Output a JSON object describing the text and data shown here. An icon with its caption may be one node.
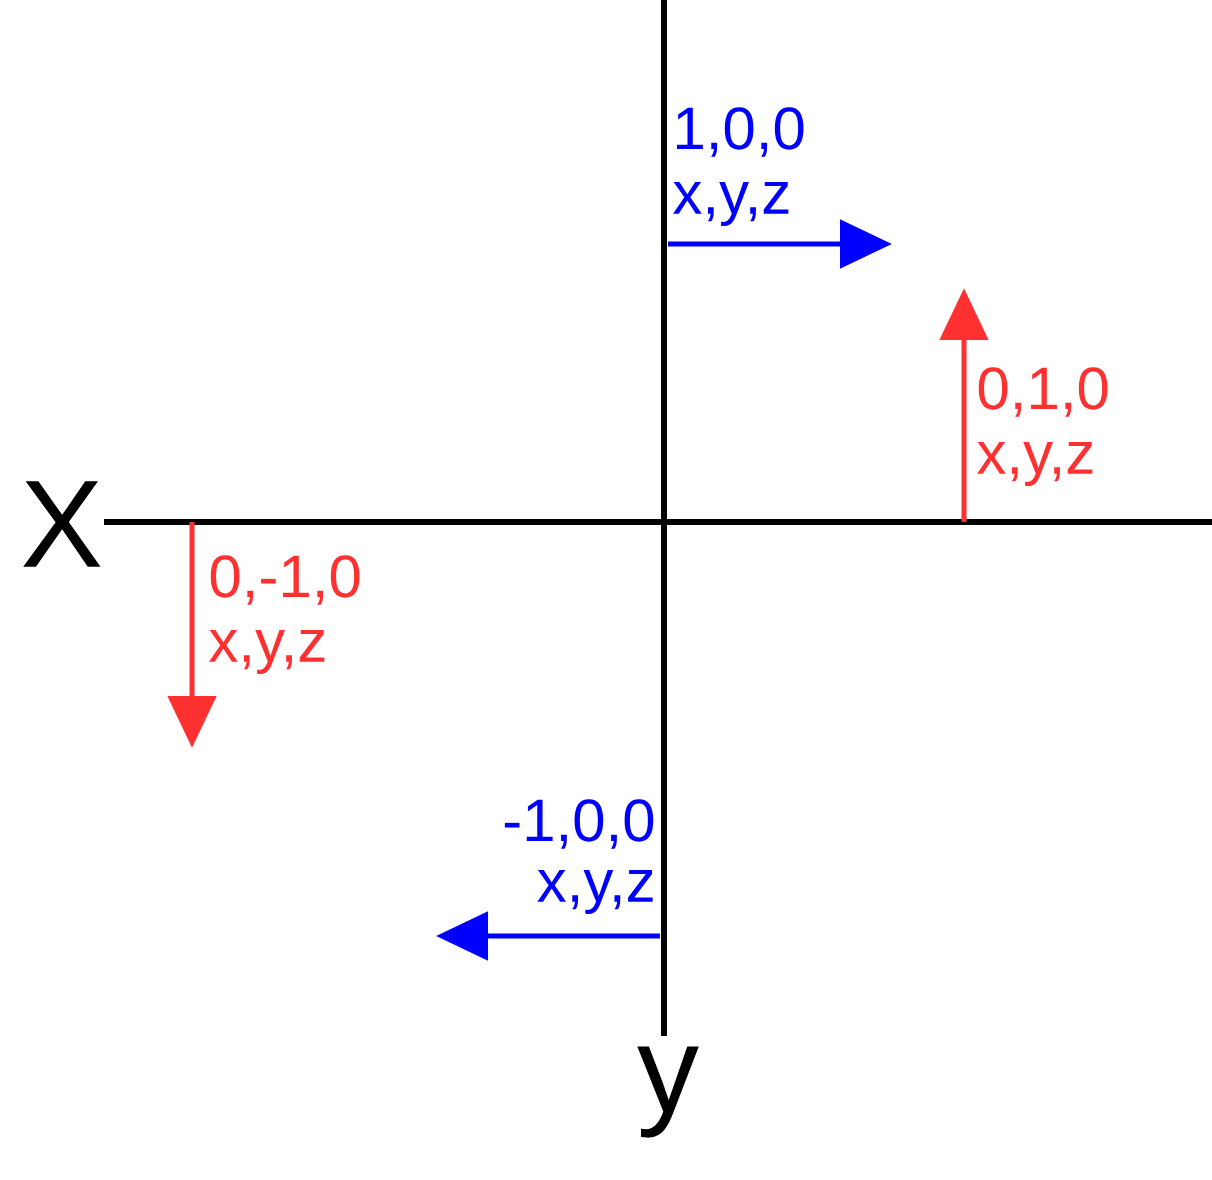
{
  "diagram": {
    "labels": [
      "1,0,0",
      "x,y,z",
      "0,1,0",
      "x,y,z",
      "X",
      "0,-1,0",
      "x,y,z",
      "-1,0,0",
      "x,y,z",
      "y"
    ]
  }
}
